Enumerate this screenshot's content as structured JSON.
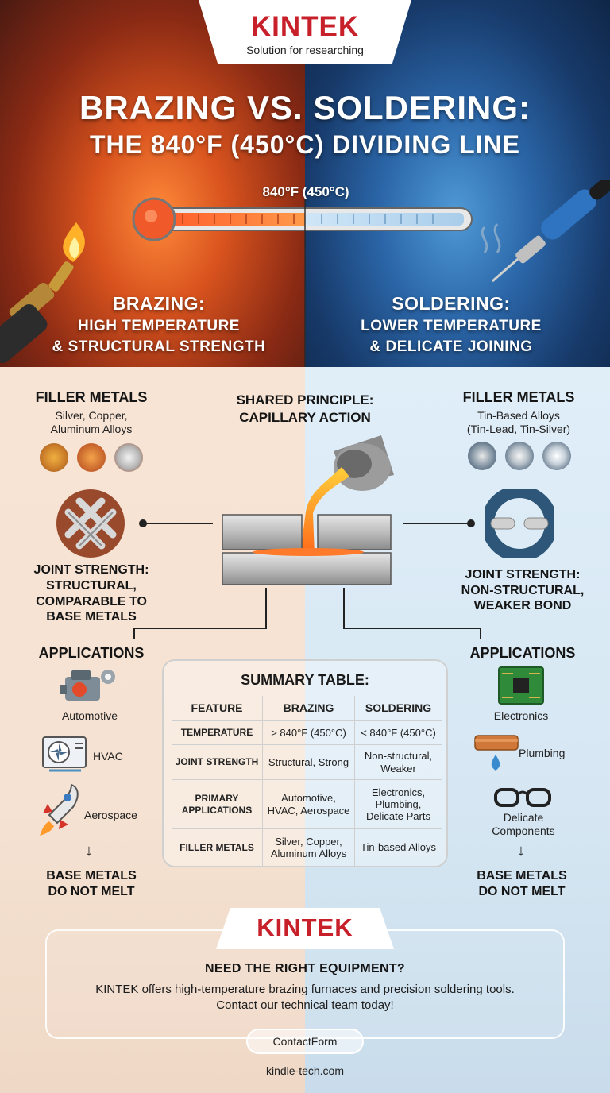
{
  "brand": {
    "name": "KINTEK",
    "tagline": "Solution for researching"
  },
  "header": {
    "title_line1": "BRAZING VS. SOLDERING:",
    "title_line2": "THE 840°F (450°C) DIVIDING LINE",
    "threshold_label": "840°F (450°C)"
  },
  "brazing": {
    "heading": "BRAZING:",
    "line1": "HIGH TEMPERATURE",
    "line2": "& STRUCTURAL STRENGTH",
    "filler_title": "FILLER METALS",
    "filler_line1": "Silver, Copper,",
    "filler_line2": "Aluminum Alloys",
    "strength_line1": "JOINT STRENGTH:",
    "strength_line2": "STRUCTURAL,",
    "strength_line3": "COMPARABLE TO",
    "strength_line4": "BASE METALS",
    "apps_title": "APPLICATIONS",
    "apps": [
      "Automotive",
      "HVAC",
      "Aerospace"
    ],
    "base_line1": "BASE METALS",
    "base_line2": "DO NOT MELT"
  },
  "soldering": {
    "heading": "SOLDERING:",
    "line1": "LOWER TEMPERATURE",
    "line2": "& DELICATE JOINING",
    "filler_title": "FILLER METALS",
    "filler_line1": "Tin-Based Alloys",
    "filler_line2": "(Tin-Lead, Tin-Silver)",
    "strength_line1": "JOINT STRENGTH:",
    "strength_line2": "NON-STRUCTURAL,",
    "strength_line3": "WEAKER BOND",
    "apps_title": "APPLICATIONS",
    "apps": [
      "Electronics",
      "Plumbing",
      "Delicate",
      "Components"
    ],
    "base_line1": "BASE METALS",
    "base_line2": "DO NOT MELT"
  },
  "shared": {
    "line1": "SHARED PRINCIPLE:",
    "line2": "CAPILLARY ACTION"
  },
  "summary": {
    "title": "SUMMARY TABLE:",
    "headers": [
      "FEATURE",
      "BRAZING",
      "SOLDERING"
    ],
    "rows": [
      [
        "TEMPERATURE",
        "> 840°F (450°C)",
        "< 840°F (450°C)"
      ],
      [
        "JOINT STRENGTH",
        "Structural, Strong",
        "Non-structural, Weaker"
      ],
      [
        "PRIMARY APPLICATIONS",
        "Automotive, HVAC, Aerospace",
        "Electronics, Plumbing, Delicate Parts"
      ],
      [
        "FILLER METALS",
        "Silver, Copper, Aluminum Alloys",
        "Tin-based Alloys"
      ]
    ]
  },
  "cta": {
    "title": "NEED THE RIGHT EQUIPMENT?",
    "line1": "KINTEK offers high-temperature brazing furnaces and precision soldering tools.",
    "line2": "Contact our technical team today!",
    "button": "ContactForm",
    "site": "kindle-tech.com"
  },
  "colors": {
    "brand_red": "#c8202a",
    "hot": "#d8531e",
    "cold": "#2b66a8"
  }
}
